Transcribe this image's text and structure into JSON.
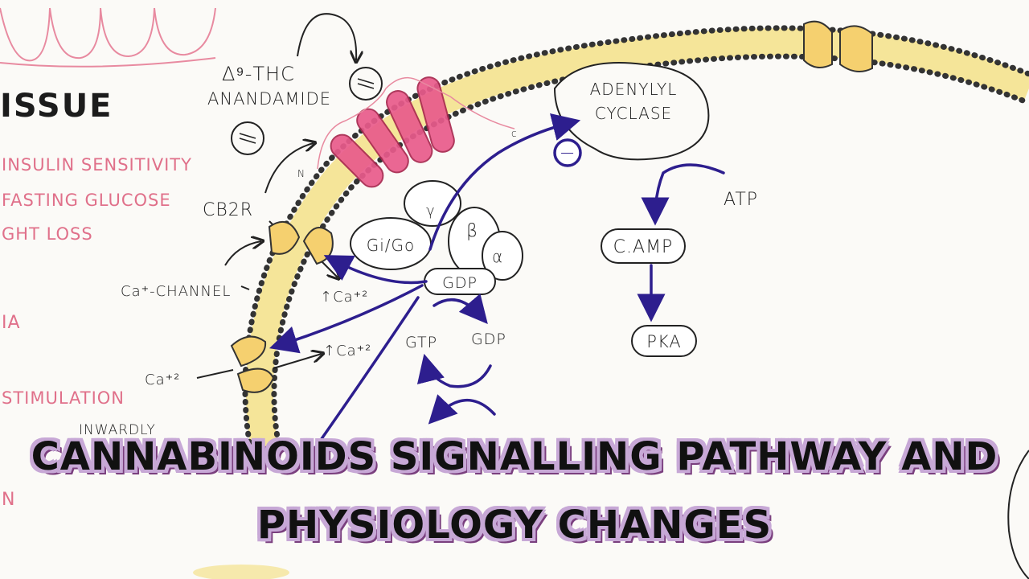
{
  "colors": {
    "pathway_arrow": "#2d1e8e",
    "membrane": "#f3dd7a",
    "receptor": "#e95b8b",
    "channel": "#f5d06f",
    "caption_outline": "#c7a8d6"
  },
  "left_panel": {
    "heading": "ISSUE",
    "items": [
      "INSULIN SENSITIVITY",
      "FASTING GLUCOSE",
      "GHT LOSS",
      "IA",
      "STIMULATION",
      "INWARDLY",
      "N"
    ]
  },
  "diagram": {
    "ligand1": "Δ⁹-THC",
    "ligand2": "ANANDAMIDE",
    "receptor": "CB2R",
    "channel_label": "Ca⁺-CHANNEL",
    "ca_in_1": "↑Ca⁺²",
    "ca_in_2": "↑Ca⁺²",
    "ca_out": "Ca⁺²",
    "gi_go": "Gi/Go",
    "beta": "β",
    "gamma": "γ",
    "alpha": "α",
    "gdp_bound": "GDP",
    "gtp": "GTP",
    "gdp_cycle": "GDP",
    "adenylyl_cyclase_line1": "ADENYLYL",
    "adenylyl_cyclase_line2": "CYCLASE",
    "inhibition": "−",
    "atp": "ATP",
    "camp": "C.AMP",
    "pka": "PKA",
    "n_term": "N",
    "c_term": "c"
  },
  "caption": {
    "line1": "CANNABINOIDS SIGNALLING PATHWAY AND",
    "line2": "PHYSIOLOGY CHANGES"
  }
}
